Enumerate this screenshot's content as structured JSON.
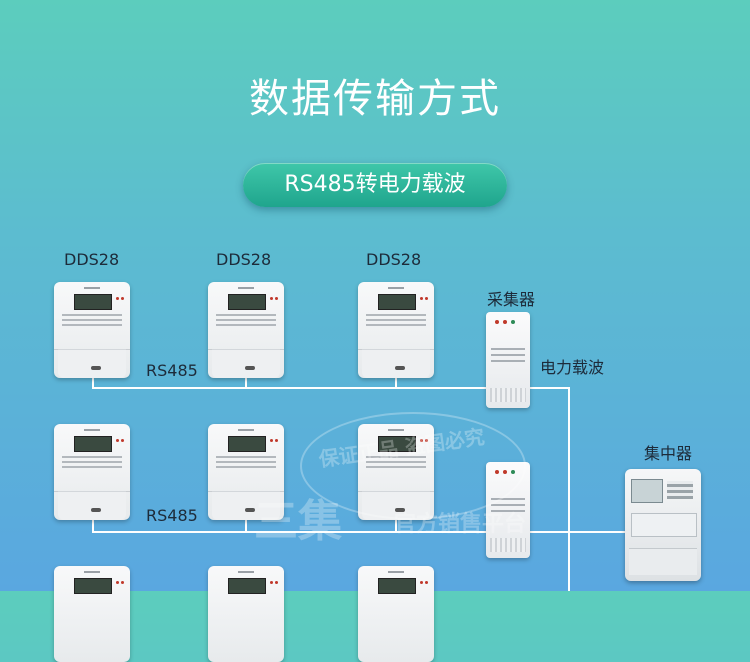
{
  "title": "数据传输方式",
  "mode_pill": "RS485转电力载波",
  "meter_labels": [
    "DDS28",
    "DDS28",
    "DDS28"
  ],
  "bus_labels": [
    "RS485",
    "RS485"
  ],
  "collector_label": "采集器",
  "carrier_label": "电力载波",
  "concentrator_label": "集中器",
  "watermark": {
    "arc_text": "保证正品 盗图必究",
    "brand": "三集",
    "tagline": "官方销售平台"
  }
}
